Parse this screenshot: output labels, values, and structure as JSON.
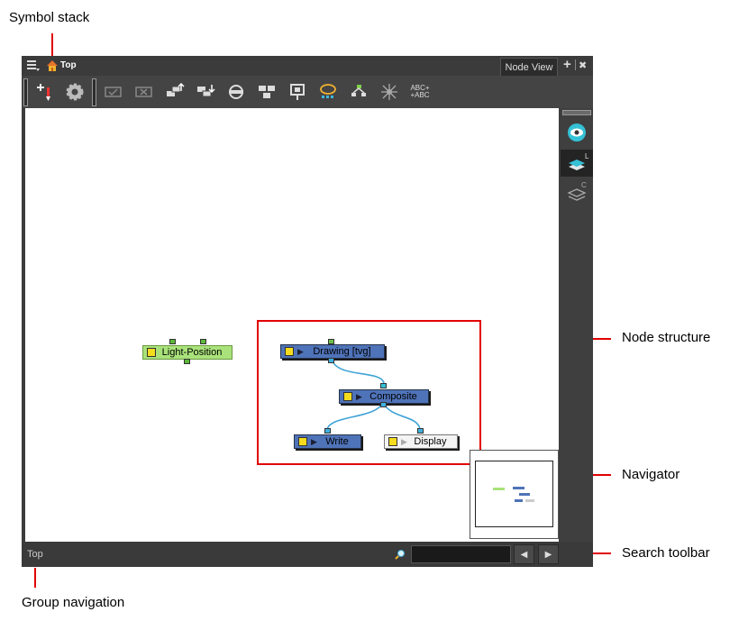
{
  "callouts": {
    "symbol_stack": "Symbol stack",
    "node_structure": "Node structure",
    "navigator": "Navigator",
    "search_toolbar": "Search toolbar",
    "group_navigation": "Group navigation"
  },
  "panel": {
    "breadcrumb": "Top",
    "tab_label": "Node View",
    "add_tab_glyph": "+",
    "close_glyph": "✖",
    "menu_glyph": "☰",
    "text_tool_label": "ABC+\n+ABC",
    "bottom_group": "Top",
    "search_value": "",
    "prev_glyph": "◀",
    "next_glyph": "▶"
  },
  "nodes": {
    "light_position": "Light-Position",
    "drawing": "Drawing  [tvg]",
    "composite": "Composite",
    "write": "Write",
    "display": "Display"
  },
  "colors": {
    "callout_red": "#e10000",
    "panel_bg": "#3d3d3d",
    "node_blue": "#4f73b8",
    "node_green": "#a9e27a",
    "node_white": "#f4f4f4",
    "wire_blue": "#3fa3d6",
    "accent_teal": "#34c1d6"
  },
  "icons": [
    "menu-icon",
    "home-icon",
    "add-peg-icon",
    "settings-gear-icon",
    "enable-node-icon",
    "disable-node-icon",
    "move-up-icon",
    "move-down-icon",
    "group-icon",
    "ungroup-icon",
    "composite-icon",
    "create-cable-icon",
    "preview-icon",
    "show-all-icon",
    "text-tool-icon",
    "eye-icon",
    "layers-icon",
    "layers-outline-icon",
    "search-magnifier-icon"
  ]
}
